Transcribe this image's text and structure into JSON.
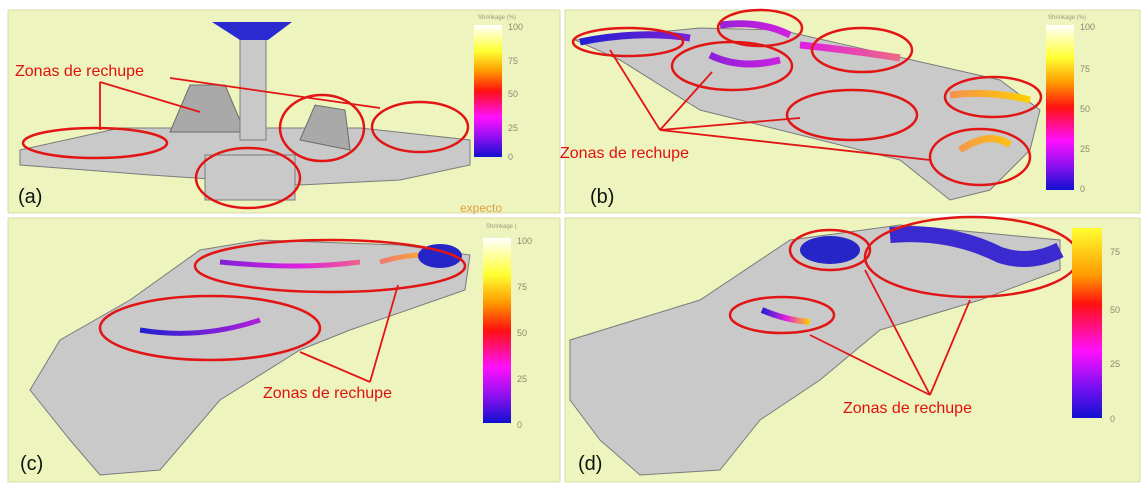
{
  "figure": {
    "panels": [
      {
        "label": "(a)",
        "annotation": "Zonas de rechupe",
        "colorbar_title": "Shrinkage (%)",
        "ticks": [
          "100",
          "75",
          "50",
          "25",
          "0"
        ],
        "watermark": "expecto"
      },
      {
        "label": "(b)",
        "annotation": "Zonas de rechupe",
        "colorbar_title": "Shrinkage (%)",
        "ticks": [
          "100",
          "75",
          "50",
          "25",
          "0"
        ]
      },
      {
        "label": "(c)",
        "annotation": "Zonas de rechupe",
        "colorbar_title": "Shrinkage (",
        "ticks": [
          "100",
          "75",
          "50",
          "25",
          "0"
        ]
      },
      {
        "label": "(d)",
        "annotation": "Zonas de rechupe",
        "ticks": [
          "75",
          "50",
          "25",
          "0"
        ]
      }
    ],
    "colors": {
      "background": "#eef4bd",
      "annotation": "#e21515",
      "part": "#c9c9c9"
    }
  }
}
